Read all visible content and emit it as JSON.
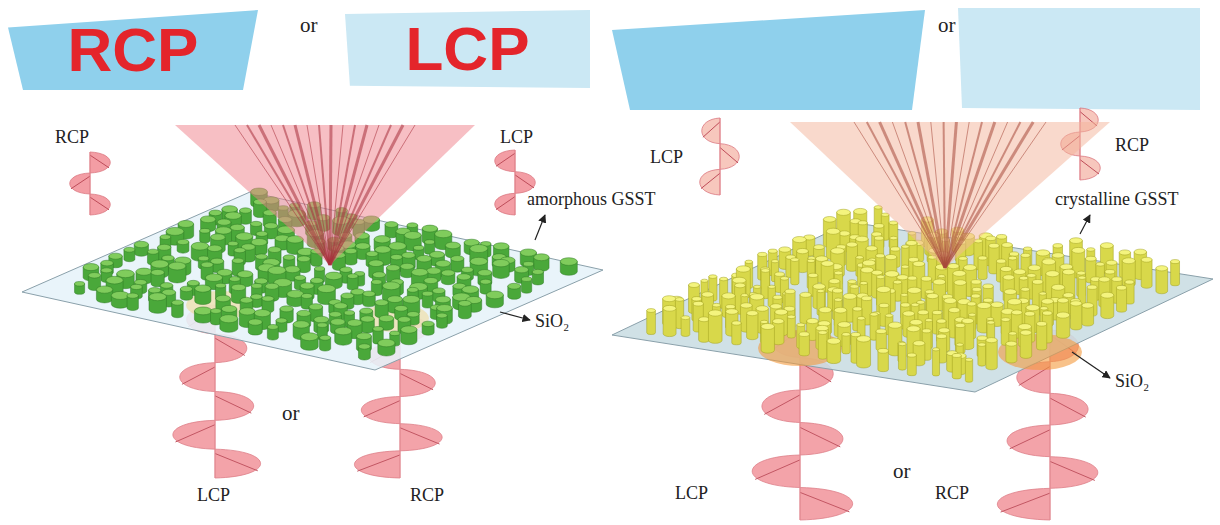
{
  "diagram": {
    "nodes": [
      {
        "text": [
          "RCP"
        ]
      },
      {
        "text": [
          "LCP"
        ]
      }
    ],
    "labels": [
      "or",
      "RCP",
      "LCP",
      "amorphous GSST",
      "SiO₂",
      "or",
      "LCP",
      "RCP",
      "or",
      "LCP",
      "RCP",
      "crystalline GSST",
      "SiO₂",
      "or",
      "LCP",
      "RCP"
    ]
  }
}
